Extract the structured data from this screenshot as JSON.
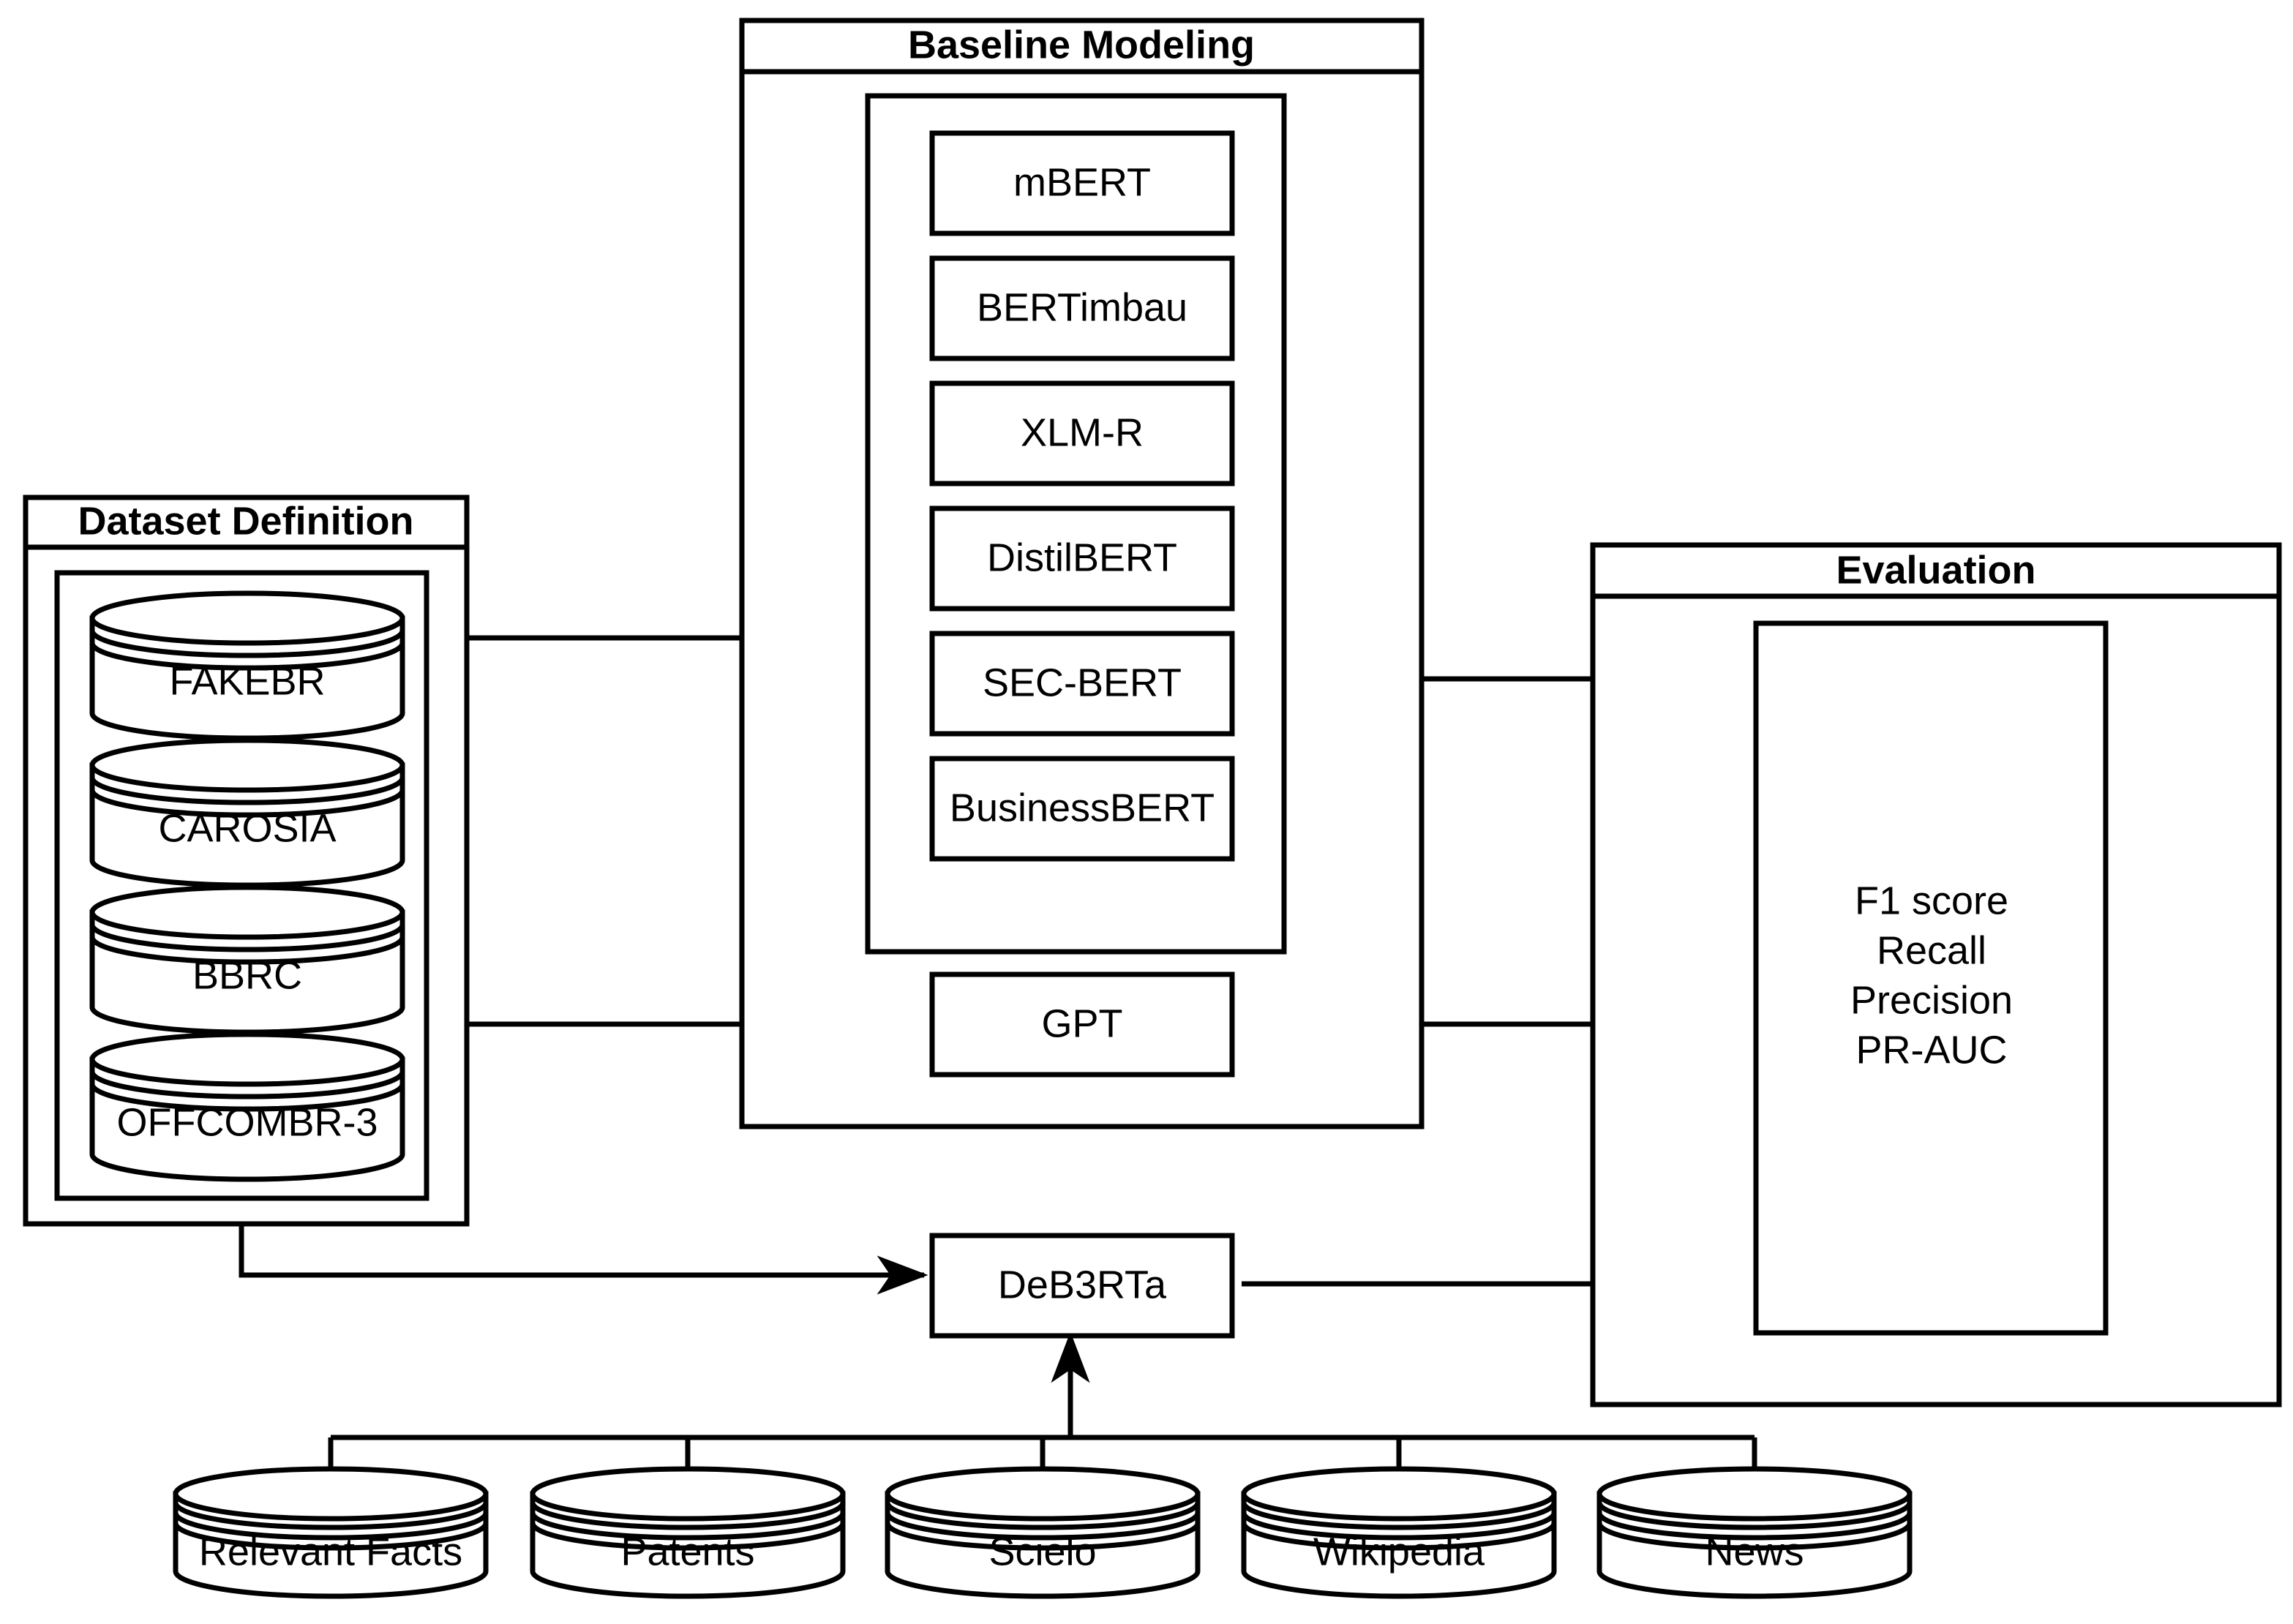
{
  "diagram": {
    "title": "DeB3RTa research pipeline diagram",
    "stroke_color": "#000000",
    "background_color": "#ffffff"
  },
  "dataset_definition": {
    "title": "Dataset Definition",
    "datasets": [
      {
        "label": "FAKEBR"
      },
      {
        "label": "CAROSIA"
      },
      {
        "label": "BBRC"
      },
      {
        "label": "OFFCOMBR-3"
      }
    ]
  },
  "baseline_modeling": {
    "title": "Baseline Modeling",
    "models": [
      {
        "label": "mBERT"
      },
      {
        "label": "BERTimbau"
      },
      {
        "label": "XLM-R"
      },
      {
        "label": "DistilBERT"
      },
      {
        "label": "SEC-BERT"
      },
      {
        "label": "BusinessBERT"
      }
    ],
    "llm": {
      "label": "GPT"
    }
  },
  "evaluation": {
    "title": "Evaluation",
    "metrics": [
      {
        "label": "F1 score"
      },
      {
        "label": "Recall"
      },
      {
        "label": "Precision"
      },
      {
        "label": "PR-AUC"
      }
    ]
  },
  "proposed_model": {
    "label": "DeB3RTa"
  },
  "pretraining_corpora": [
    {
      "label": "Relevant Facts"
    },
    {
      "label": "Patents"
    },
    {
      "label": "Scielo"
    },
    {
      "label": "Wikipedia"
    },
    {
      "label": "News"
    }
  ]
}
